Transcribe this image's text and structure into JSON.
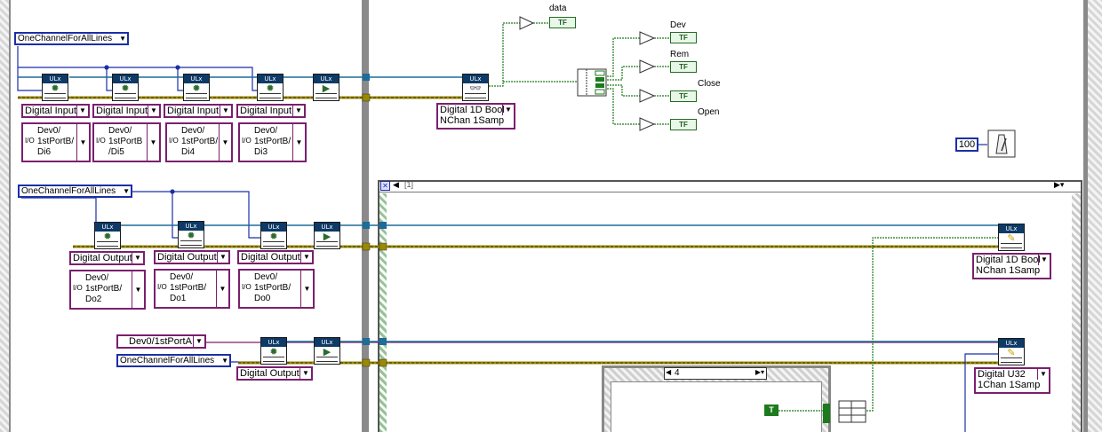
{
  "enum_constants": {
    "one_channel": "OneChannelForAllLines"
  },
  "ulx_label": "ULx",
  "read_tasks": {
    "type": "Digital Input",
    "channels": [
      "Dev0/\n1stPortB/\nDi6",
      "Dev0/\n1stPortB\n/Di5",
      "Dev0/\n1stPortB/\nDi4",
      "Dev0/\n1stPortB/\nDi3"
    ]
  },
  "read_mode": "Digital 1D Bool\nNChan 1Samp",
  "outputs": {
    "data": "data",
    "dev": "Dev",
    "rem": "Rem",
    "close": "Close",
    "open": "Open"
  },
  "tf_text": "TF",
  "wait_ms": "100",
  "write_tasks": {
    "type": "Digital Output",
    "channels": [
      "Dev0/\n1stPortB/\nDo2",
      "Dev0/\n1stPortB/\nDo1",
      "Dev0/\n1stPortB/\nDo0"
    ]
  },
  "write_mode_1": "Digital 1D Bool\nNChan 1Samp",
  "write_mode_2": "Digital U32\n1Chan 1Samp",
  "port_a_channel": "Dev0/1stPortA",
  "port_a_type": "Digital Output",
  "case_selector": "4",
  "seq_frame": "[1]",
  "io_glyph": "I/O",
  "bool_const": "T",
  "colors": {
    "bool_wire": "#1d7a1d",
    "task_wire": "#1d6c9a",
    "error_wire": "#9b8a00",
    "enum_wire": "#1b2fa6",
    "dbl_wire": "#7a1f6e",
    "frame": "#8a8a8a"
  }
}
